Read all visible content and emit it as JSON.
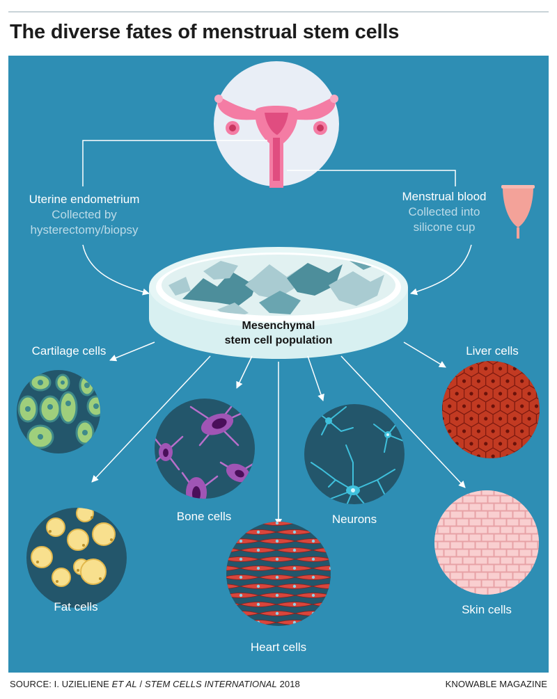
{
  "title": "The diverse fates of menstrual stem cells",
  "sources": {
    "endometrium": {
      "name": "Uterine endometrium",
      "method_line1": "Collected by",
      "method_line2": "hysterectomy/biopsy"
    },
    "blood": {
      "name": "Menstrual blood",
      "method_line1": "Collected into",
      "method_line2": "silicone cup"
    }
  },
  "dish": {
    "line1": "Mesenchymal",
    "line2": "stem cell population"
  },
  "cell_types": {
    "cartilage": "Cartilage cells",
    "liver": "Liver cells",
    "bone": "Bone cells",
    "neurons": "Neurons",
    "fat": "Fat cells",
    "heart": "Heart cells",
    "skin": "Skin cells"
  },
  "footer": {
    "source_prefix": "SOURCE: I. UZIELIENE ",
    "source_etal": "ET AL",
    "source_sep": " / ",
    "source_journal": "STEM CELLS INTERNATIONAL",
    "source_year": " 2018",
    "publisher": "KNOWABLE MAGAZINE"
  },
  "colors": {
    "background": "#2e8eb4",
    "circle_dark": "#23566b",
    "uterus_pink": "#f47ca4",
    "dish": "#d8f0f1",
    "cartilage_green": "#9fcf7c",
    "bone_purple": "#a055b5",
    "neuron_cyan": "#3fc0dc",
    "fat_yellow": "#f8e08e",
    "heart_red": "#d9463c",
    "liver_red": "#b72e20",
    "skin_pink": "#f7c7c7"
  }
}
